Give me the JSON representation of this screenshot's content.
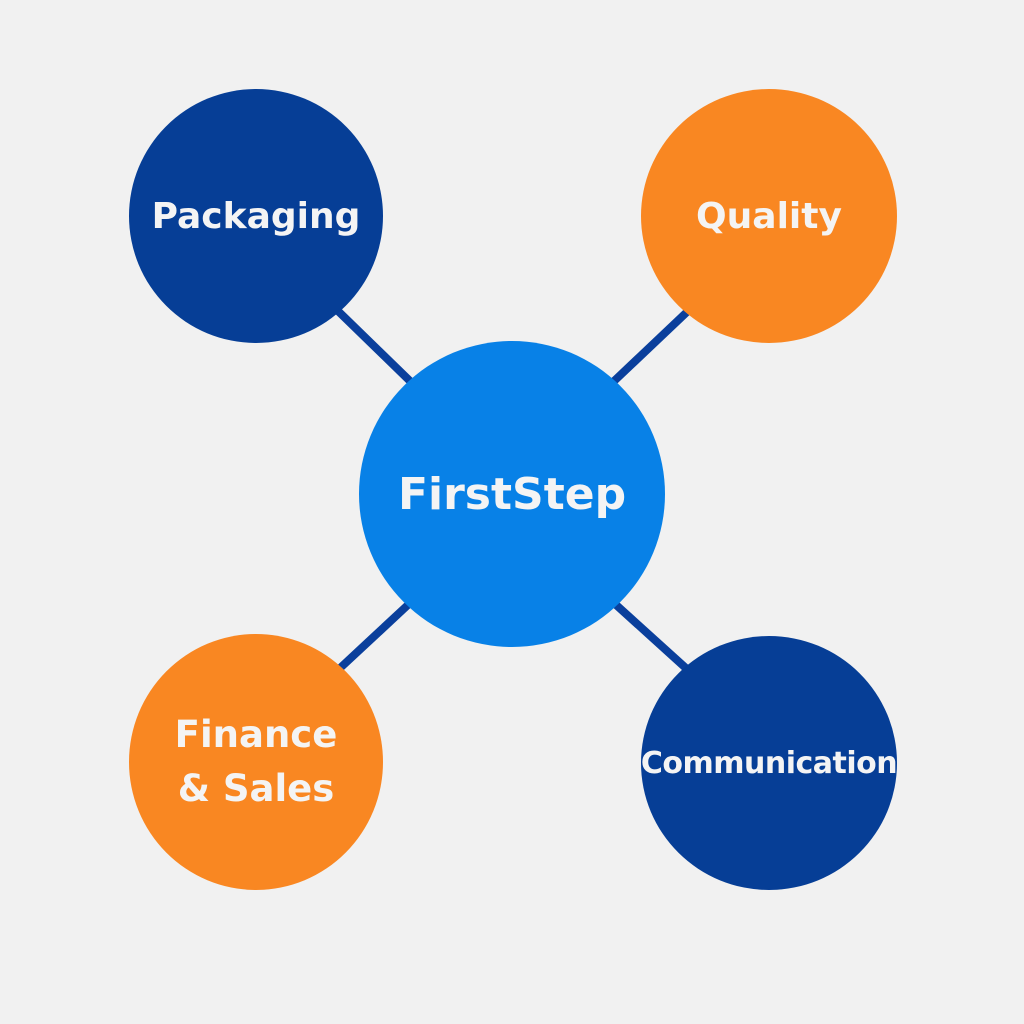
{
  "center": {
    "label": "FirstStep",
    "color": "#0881e7"
  },
  "nodes": {
    "packaging": {
      "label": "Packaging",
      "color": "#063e96"
    },
    "quality": {
      "label": "Quality",
      "color": "#f98722"
    },
    "finance_sales": {
      "label": "Finance\n& Sales",
      "color": "#f98722"
    },
    "communication": {
      "label": "Communication",
      "color": "#063e96"
    }
  },
  "connector_color": "#0a3f9c"
}
